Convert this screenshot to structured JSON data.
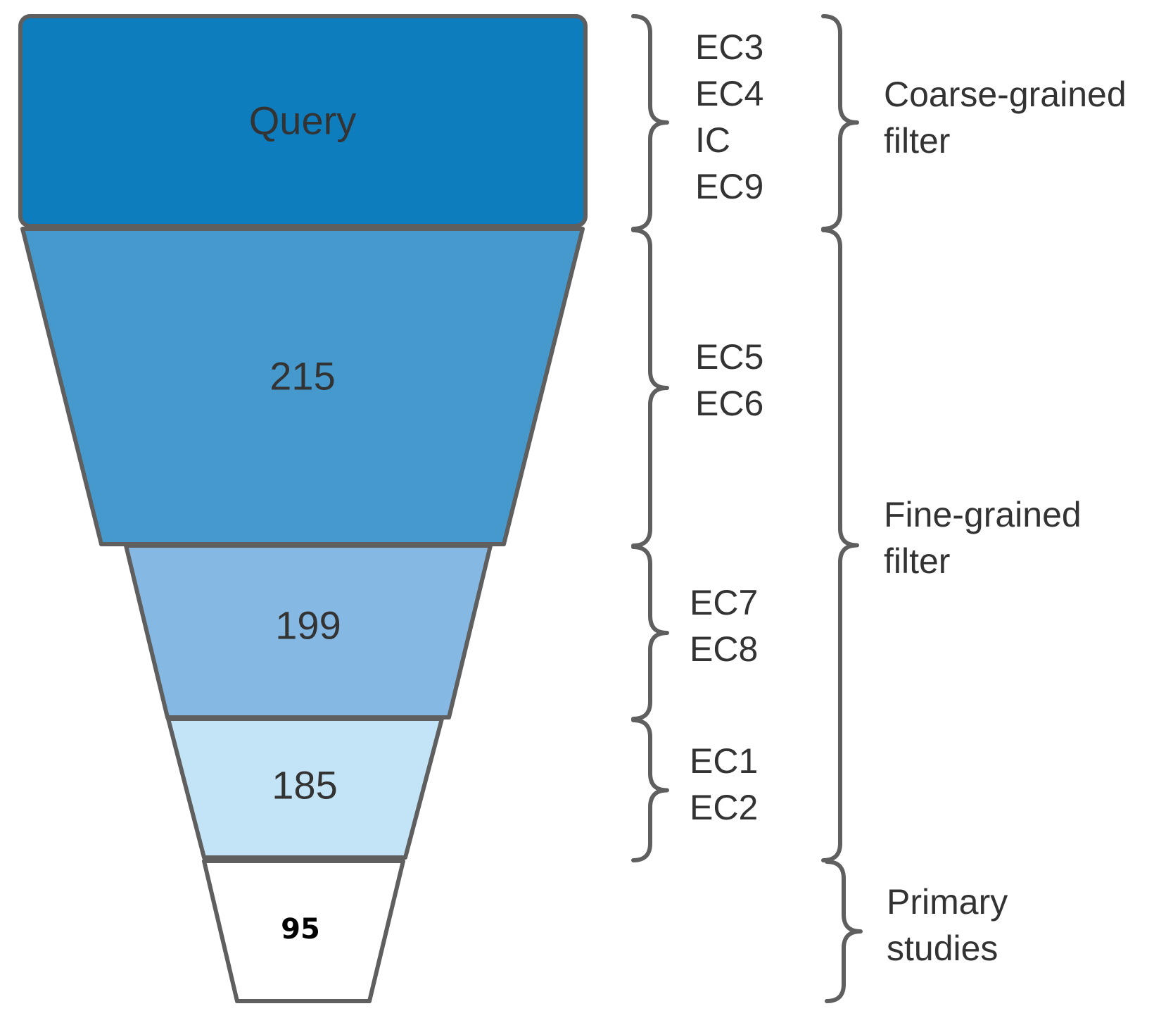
{
  "stages": [
    {
      "label": "Query",
      "fill": "#0e7dbd",
      "bold": false
    },
    {
      "label": "215",
      "fill": "#4699cc",
      "bold": false
    },
    {
      "label": "199",
      "fill": "#85b9e3",
      "bold": false
    },
    {
      "label": "185",
      "fill": "#c3e3f6",
      "bold": false
    },
    {
      "label": "95",
      "fill": "#ffffff",
      "bold": true
    }
  ],
  "criteria_groups": [
    {
      "lines": [
        "EC3",
        "EC4",
        "IC",
        "EC9"
      ]
    },
    {
      "lines": [
        "EC5",
        "EC6"
      ]
    },
    {
      "lines": [
        "EC7",
        "EC8"
      ]
    },
    {
      "lines": [
        "EC1",
        "EC2"
      ]
    }
  ],
  "phases": [
    {
      "lines": [
        "Coarse-grained",
        "filter"
      ]
    },
    {
      "lines": [
        "Fine-grained",
        "filter"
      ]
    },
    {
      "lines": [
        "Primary",
        "studies"
      ]
    }
  ],
  "colors": {
    "outline": "#5f5f5f",
    "text": "#333333"
  }
}
